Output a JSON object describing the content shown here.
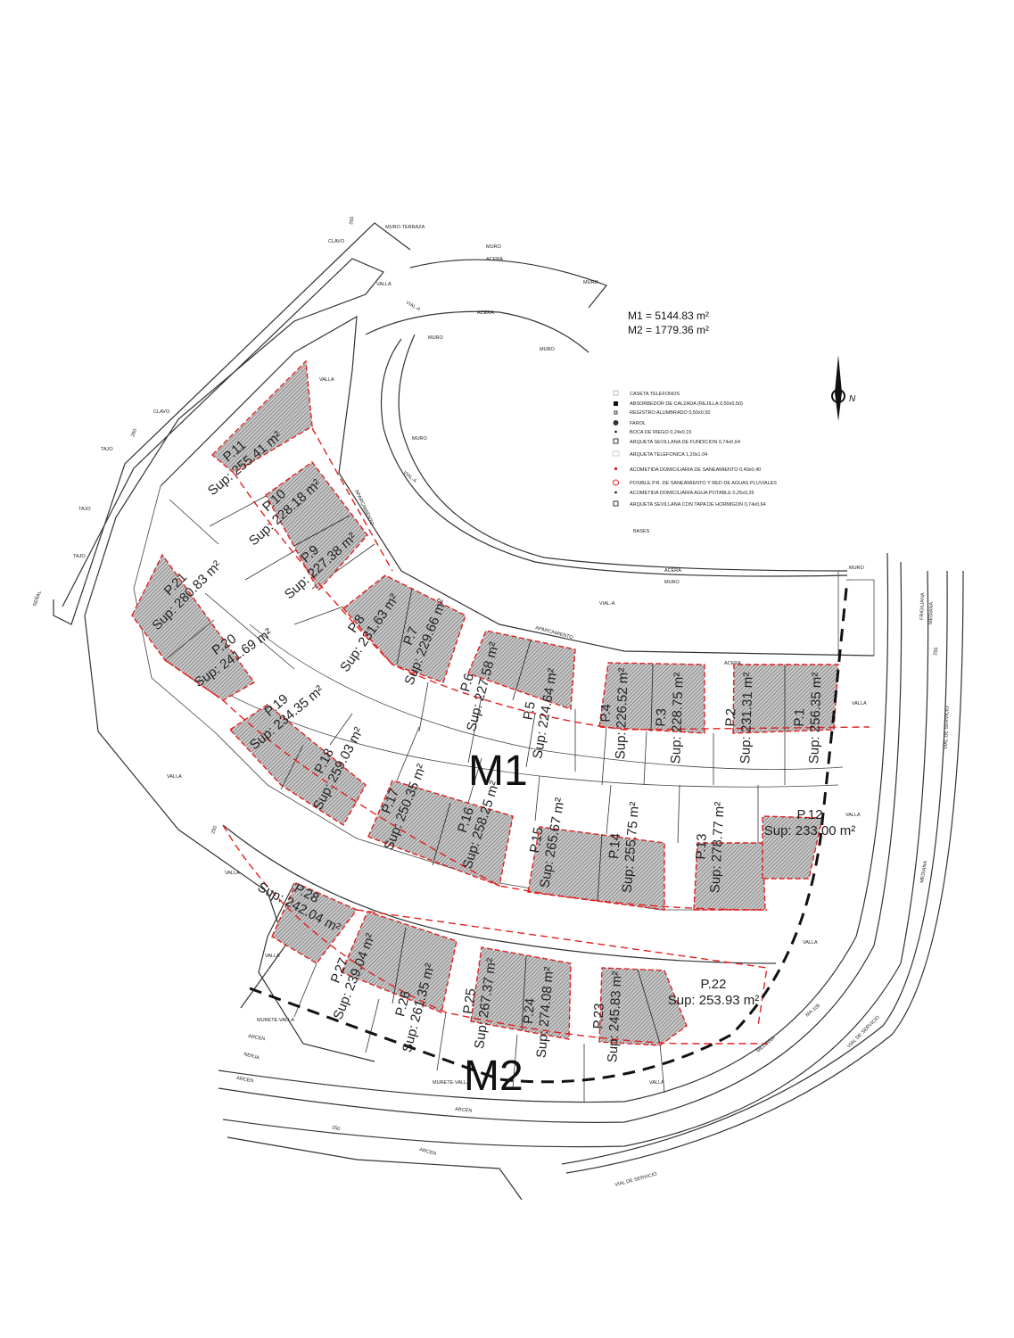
{
  "summary": {
    "m1_area": "M1 = 5144.83 m²",
    "m2_area": "M2 = 1779.36 m²"
  },
  "zones": {
    "m1": "M1",
    "m2": "M2"
  },
  "north_label": "N",
  "colors": {
    "boundary": "#e02020",
    "hatch": "#555555",
    "lines": "#333333"
  },
  "legend": [
    {
      "icon": "caseta-icon",
      "label": "CASETA TELEFONOS"
    },
    {
      "icon": "filled-square-icon",
      "label": "ABSORBEDOR DE CALZADA (REJILLA 0,50x0,50)"
    },
    {
      "icon": "small-square-icon",
      "label": "REGISTRO ALUMBRADO 0,50x0,50"
    },
    {
      "icon": "lamp-icon",
      "label": "FAROL"
    },
    {
      "icon": "dot-icon",
      "label": "BOCA DE RIEGO 0,24x0,15"
    },
    {
      "icon": "box-diagonal-icon",
      "label": "ARQUETA SEVILLANA DE FUNDICION 0,74x0,64"
    },
    {
      "icon": "rect-icon",
      "label": "ARQUETA TELEFONICA 1,20x1.04"
    },
    {
      "icon": "red-square-icon",
      "label": "ACOMETIDA DOMICILIARIA DE SANEAMIENTO 0,40x0,40"
    },
    {
      "icon": "red-circle-icon",
      "label": "POSIBLE P.R. DE SANEAMIENTO Y RED DE AGUAS PLUVIALES"
    },
    {
      "icon": "small-dot-icon",
      "label": "ACOMETIDA DOMICILIARIA AGUA POTABLE 0,25x0,25"
    },
    {
      "icon": "grid-square-icon",
      "label": "ARQUETA SEVILLANA CON TAPA DE HORMIGON 0,74x0,64"
    }
  ],
  "legend_footer": "BASES",
  "plots": [
    {
      "id": "P.1",
      "sup": "Sup: 256.35 m²"
    },
    {
      "id": "P.2",
      "sup": "Sup: 231.31 m²"
    },
    {
      "id": "P.3",
      "sup": "Sup: 228.75 m²"
    },
    {
      "id": "P.4",
      "sup": "Sup: 226.52 m²"
    },
    {
      "id": "P.5",
      "sup": "Sup: 224.64 m²"
    },
    {
      "id": "P.6",
      "sup": "Sup: 227.58 m²"
    },
    {
      "id": "P.7",
      "sup": "Sup: 229.66 m²"
    },
    {
      "id": "P.8",
      "sup": "Sup: 231.63 m²"
    },
    {
      "id": "P.9",
      "sup": "Sup: 227.38 m²"
    },
    {
      "id": "P.10",
      "sup": "Sup: 228.18 m²"
    },
    {
      "id": "P.11",
      "sup": "Sup: 255.41 m²"
    },
    {
      "id": "P.12",
      "sup": "Sup: 233.00 m²"
    },
    {
      "id": "P.13",
      "sup": "Sup: 278.77 m²"
    },
    {
      "id": "P.14",
      "sup": "Sup: 255.75 m²"
    },
    {
      "id": "P.15",
      "sup": "Sup: 265.67 m²"
    },
    {
      "id": "P.16",
      "sup": "Sup: 258.25 m²"
    },
    {
      "id": "P.17",
      "sup": "Sup: 250.35 m²"
    },
    {
      "id": "P.18",
      "sup": "Sup: 259.03 m²"
    },
    {
      "id": "P.19",
      "sup": "Sup: 234.35 m²"
    },
    {
      "id": "P.20",
      "sup": "Sup: 241.69 m²"
    },
    {
      "id": "P.21",
      "sup": "Sup: 280.83 m²"
    },
    {
      "id": "P.22",
      "sup": "Sup: 253.93 m²"
    },
    {
      "id": "P.23",
      "sup": "Sup: 245.83 m²"
    },
    {
      "id": "P.24",
      "sup": "Sup: 274.08 m²"
    },
    {
      "id": "P.25",
      "sup": "Sup: 267.37 m²"
    },
    {
      "id": "P.26",
      "sup": "Sup: 261.35 m²"
    },
    {
      "id": "P.27",
      "sup": "Sup: 239.04 m²"
    },
    {
      "id": "P.28",
      "sup": "Sup: 242.04 m²"
    }
  ],
  "site_labels": {
    "muro_terraza": "MURO-TERRAZA",
    "clavo": "CLAVO",
    "tajo": "TAJO",
    "senal": "SEÑAL",
    "vial_a": "VIAL-A",
    "acera": "ACERA",
    "muro": "MURO",
    "valla": "VALLA",
    "aparcamiento": "APARCAMIENTO",
    "nerja": "NERJA",
    "arcen": "ARCEN",
    "murete_valla": "MURETE-VALLA",
    "vial_servicio": "VIAL DE SERVICIO",
    "frigiliana": "FRIGILIANA",
    "mediana": "MEDIANA",
    "ma105": "MA-105",
    "c265": "265",
    "c260": "260",
    "c255": "255",
    "c250": "250"
  }
}
